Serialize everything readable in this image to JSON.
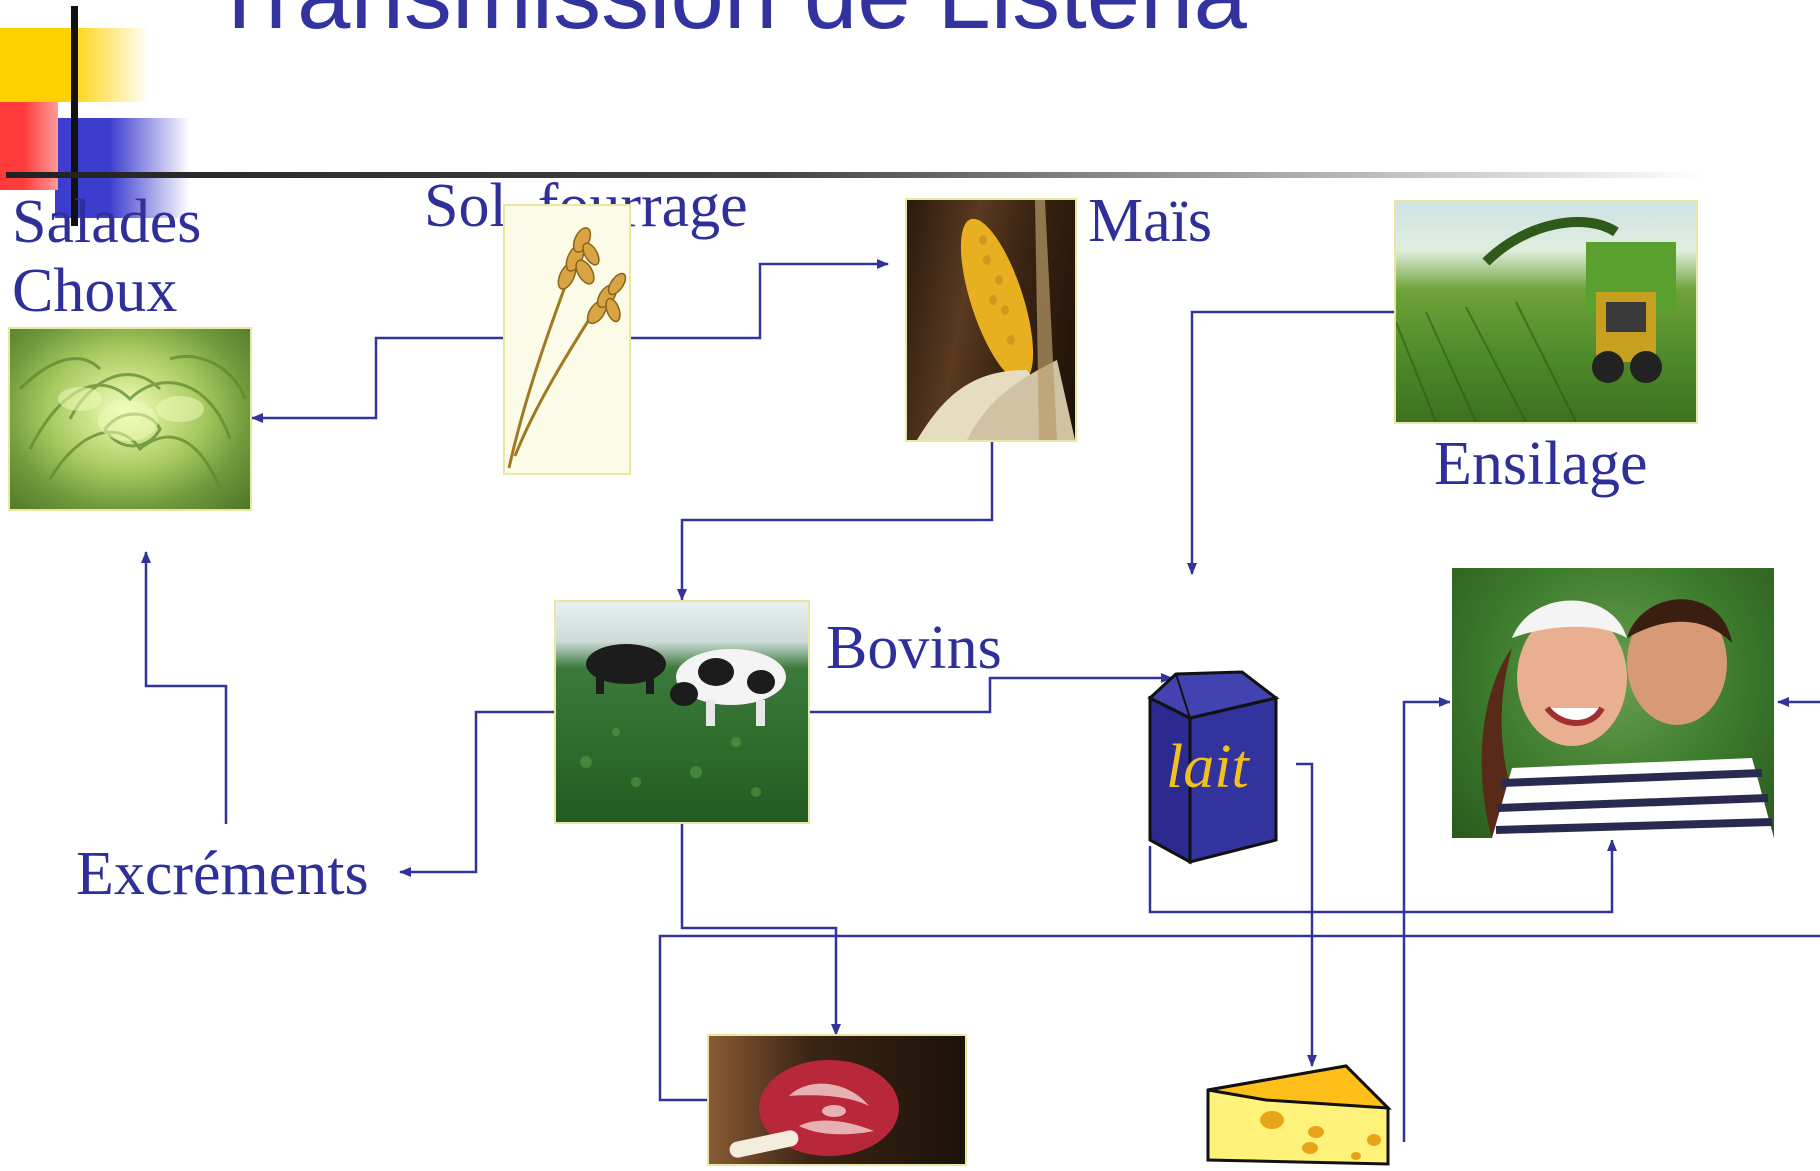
{
  "slide": {
    "title": "Transmission de Listeria",
    "colors": {
      "text": "#2f2f9a",
      "arrow": "#33339a",
      "title": "#3333a0"
    }
  },
  "nodes": {
    "salades": {
      "line1": "Salades",
      "line2": "Choux",
      "image": "lettuce-photo"
    },
    "sol": {
      "label": "Sol, fourrage",
      "image": "wheat-clipart"
    },
    "mais": {
      "label": "Maïs",
      "image": "corn-photo"
    },
    "ensilage": {
      "label": "Ensilage",
      "image": "silage-harvester-photo"
    },
    "bovins": {
      "label": "Bovins",
      "image": "cows-photo"
    },
    "lait": {
      "label": "lait",
      "image": "milk-carton-clipart"
    },
    "excrements": {
      "label": "Excréments"
    },
    "humains": {
      "image": "couple-photo"
    },
    "viande": {
      "image": "beef-photo"
    },
    "fromage": {
      "image": "cheese-clipart"
    }
  }
}
